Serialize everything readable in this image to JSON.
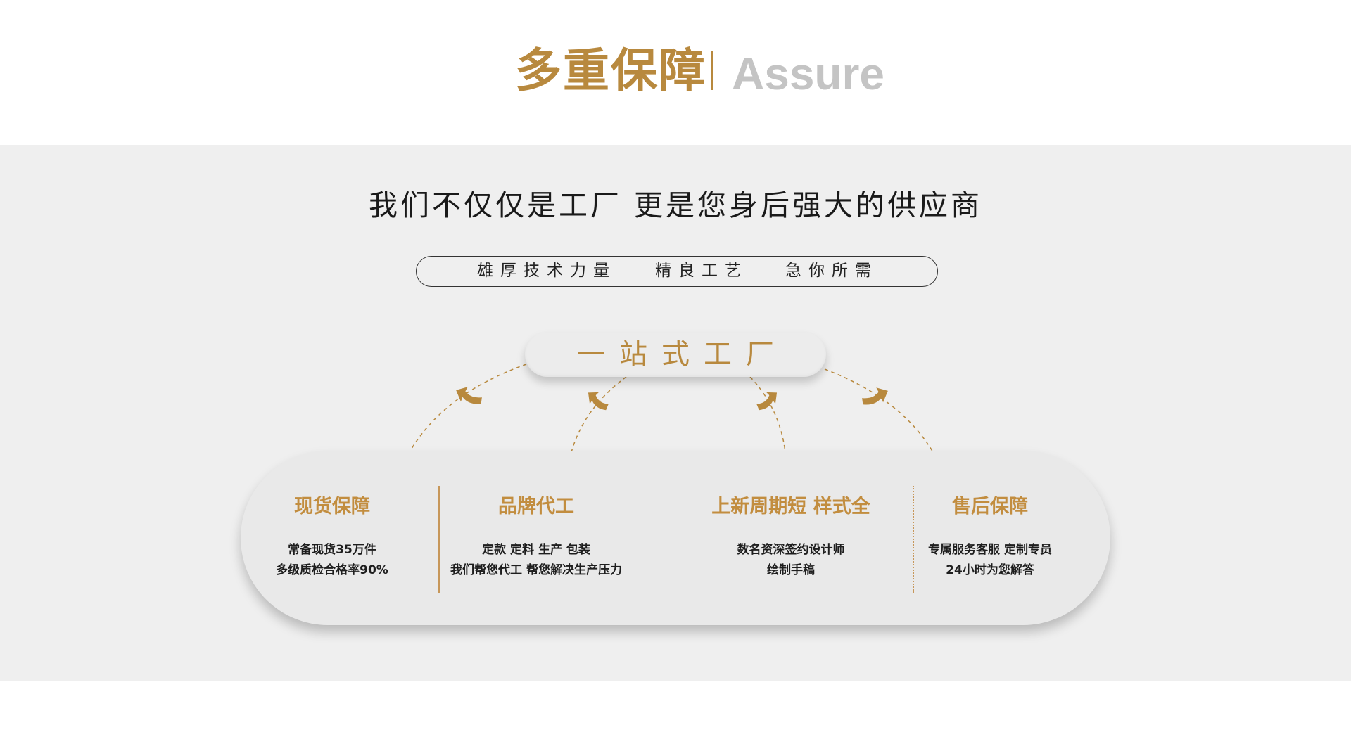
{
  "header": {
    "title_cn": "多重保障",
    "title_en": "Assure"
  },
  "subtitle": "我们不仅仅是工厂 更是您身后强大的供应商",
  "tags": [
    "雄厚技术力量",
    "精良工艺",
    "急你所需"
  ],
  "center_label": "一站式工厂",
  "features": [
    {
      "title": "现货保障",
      "lines": [
        "常备现货35万件",
        "多级质检合格率90%"
      ]
    },
    {
      "title": "品牌代工",
      "lines": [
        "定款 定料 生产 包装",
        "我们帮您代工 帮您解决生产压力"
      ]
    },
    {
      "title": "上新周期短 样式全",
      "lines": [
        "数名资深签约设计师",
        "绘制手稿"
      ]
    },
    {
      "title": "售后保障",
      "lines": [
        "专属服务客服 定制专员",
        "24小时为您解答"
      ]
    }
  ],
  "colors": {
    "accent": "#b8893e",
    "title_en": "#c4c4c4",
    "band": "#efefef",
    "capsule": "#e9e9e9",
    "text": "#1a1a1a"
  },
  "icons": [
    "curved-arrow-icon"
  ]
}
